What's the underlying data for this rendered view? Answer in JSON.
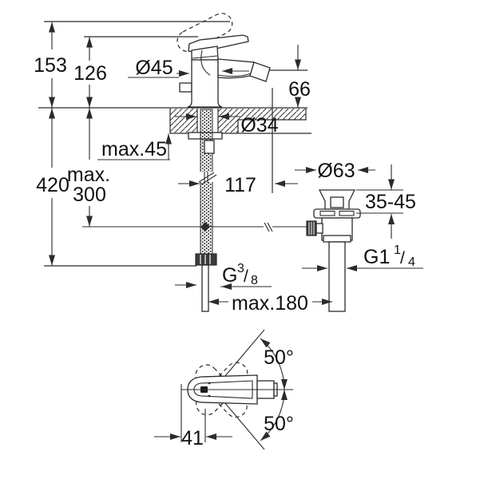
{
  "figure": {
    "kind": "technical-dimension-drawing",
    "product": "single-lever bidet mixer with pop-up waste",
    "views": [
      "front-elevation",
      "handle-rotation-top-view"
    ],
    "line_color": "#2b2b2b",
    "text_color": "#111111",
    "background": "#ffffff"
  },
  "front_view": {
    "height_to_raised_lever": "153",
    "height_to_lever": "126",
    "body_diameter": "Ø45",
    "spout_outlet_height": "66",
    "hose_length_below_deck": "420",
    "deck_max_thickness": "max.45",
    "hole_diameter": "Ø34",
    "max_word": "max.",
    "max_value": "300",
    "spout_reach": "117",
    "waste_flange_diameter": "Ø63",
    "waste_mount_range": "35-45",
    "waste_thread": {
      "base": "G1",
      "sup": "1",
      "slash": "/",
      "sub": "4"
    },
    "supply_thread": {
      "base": "G",
      "sup": "3",
      "slash": "/",
      "sub": "8"
    },
    "max_waste_offset": "max.180"
  },
  "top_view": {
    "swing_up": "50°",
    "swing_down": "50°",
    "handle_offset": "41"
  }
}
